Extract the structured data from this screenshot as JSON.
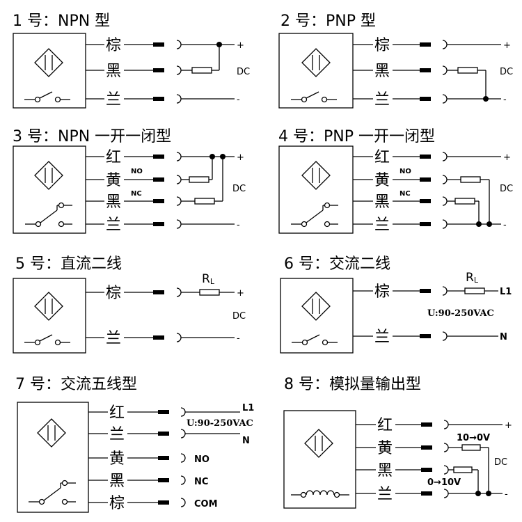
{
  "d1": {
    "title": "1 号：NPN 型",
    "w1": "棕",
    "w2": "黑",
    "w3": "兰",
    "plus": "+",
    "dc": "DC",
    "minus": "-"
  },
  "d2": {
    "title": "2 号：PNP 型",
    "w1": "棕",
    "w2": "黑",
    "w3": "兰",
    "plus": "+",
    "dc": "DC",
    "minus": "-"
  },
  "d3": {
    "title": "3 号：NPN 一开一闭型",
    "w1": "红",
    "w2": "黄",
    "w3": "黑",
    "w4": "兰",
    "no": "NO",
    "nc": "NC",
    "plus": "+",
    "dc": "DC",
    "minus": "-"
  },
  "d4": {
    "title": "4 号：PNP 一开一闭型",
    "w1": "红",
    "w2": "黄",
    "w3": "黑",
    "w4": "兰",
    "no": "NO",
    "nc": "NC",
    "plus": "+",
    "dc": "DC",
    "minus": "-"
  },
  "d5": {
    "title": "5 号：直流二线",
    "w1": "棕",
    "w2": "兰",
    "rl": "R",
    "rl_sub": "L",
    "plus": "+",
    "dc": "DC",
    "minus": "-"
  },
  "d6": {
    "title": "6 号：交流二线",
    "w1": "棕",
    "w2": "兰",
    "rl": "R",
    "rl_sub": "L",
    "l1": "L1",
    "volt": "U:90-250VAC",
    "n": "N"
  },
  "d7": {
    "title": "7 号：交流五线型",
    "w1": "红",
    "w2": "兰",
    "w3": "黄",
    "w4": "黑",
    "w5": "棕",
    "l1": "L1",
    "volt": "U:90-250VAC",
    "n": "N",
    "no": "NO",
    "nc": "NC",
    "com": "COM"
  },
  "d8": {
    "title": "8 号：模拟量输出型",
    "w1": "红",
    "w2": "黄",
    "w3": "黑",
    "w4": "兰",
    "v1": "10→0V",
    "v2": "0→10V",
    "plus": "+",
    "dc": "DC",
    "minus": "-"
  }
}
